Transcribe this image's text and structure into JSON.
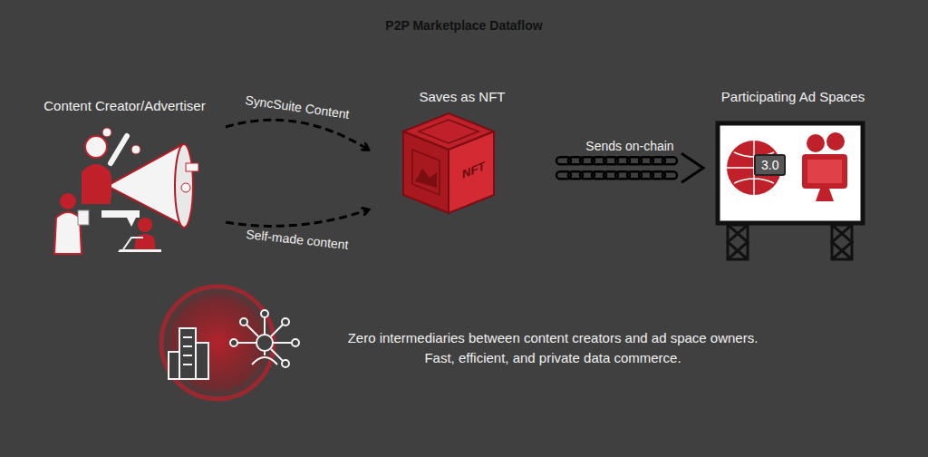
{
  "diagram": {
    "title": "P2P Marketplace Dataflow",
    "nodes": [
      {
        "text": [
          "Content Creator/Advertiser"
        ]
      },
      {
        "text": [
          "Saves as NFT",
          "NFT"
        ]
      },
      {
        "text": [
          "Participating Ad Spaces",
          "3.0"
        ]
      }
    ],
    "edges": [
      {
        "from": 0,
        "to": 1,
        "label": "SyncSuite Content",
        "arrow": "to"
      },
      {
        "from": 0,
        "to": 1,
        "label": "Self-made content",
        "arrow": "to"
      },
      {
        "from": 1,
        "to": 2,
        "label": "Sends on-chain",
        "arrow": "to"
      }
    ],
    "labels": [
      "Zero intermediaries between content creators and ad space owners.",
      "Fast, efficient, and private data commerce."
    ]
  }
}
